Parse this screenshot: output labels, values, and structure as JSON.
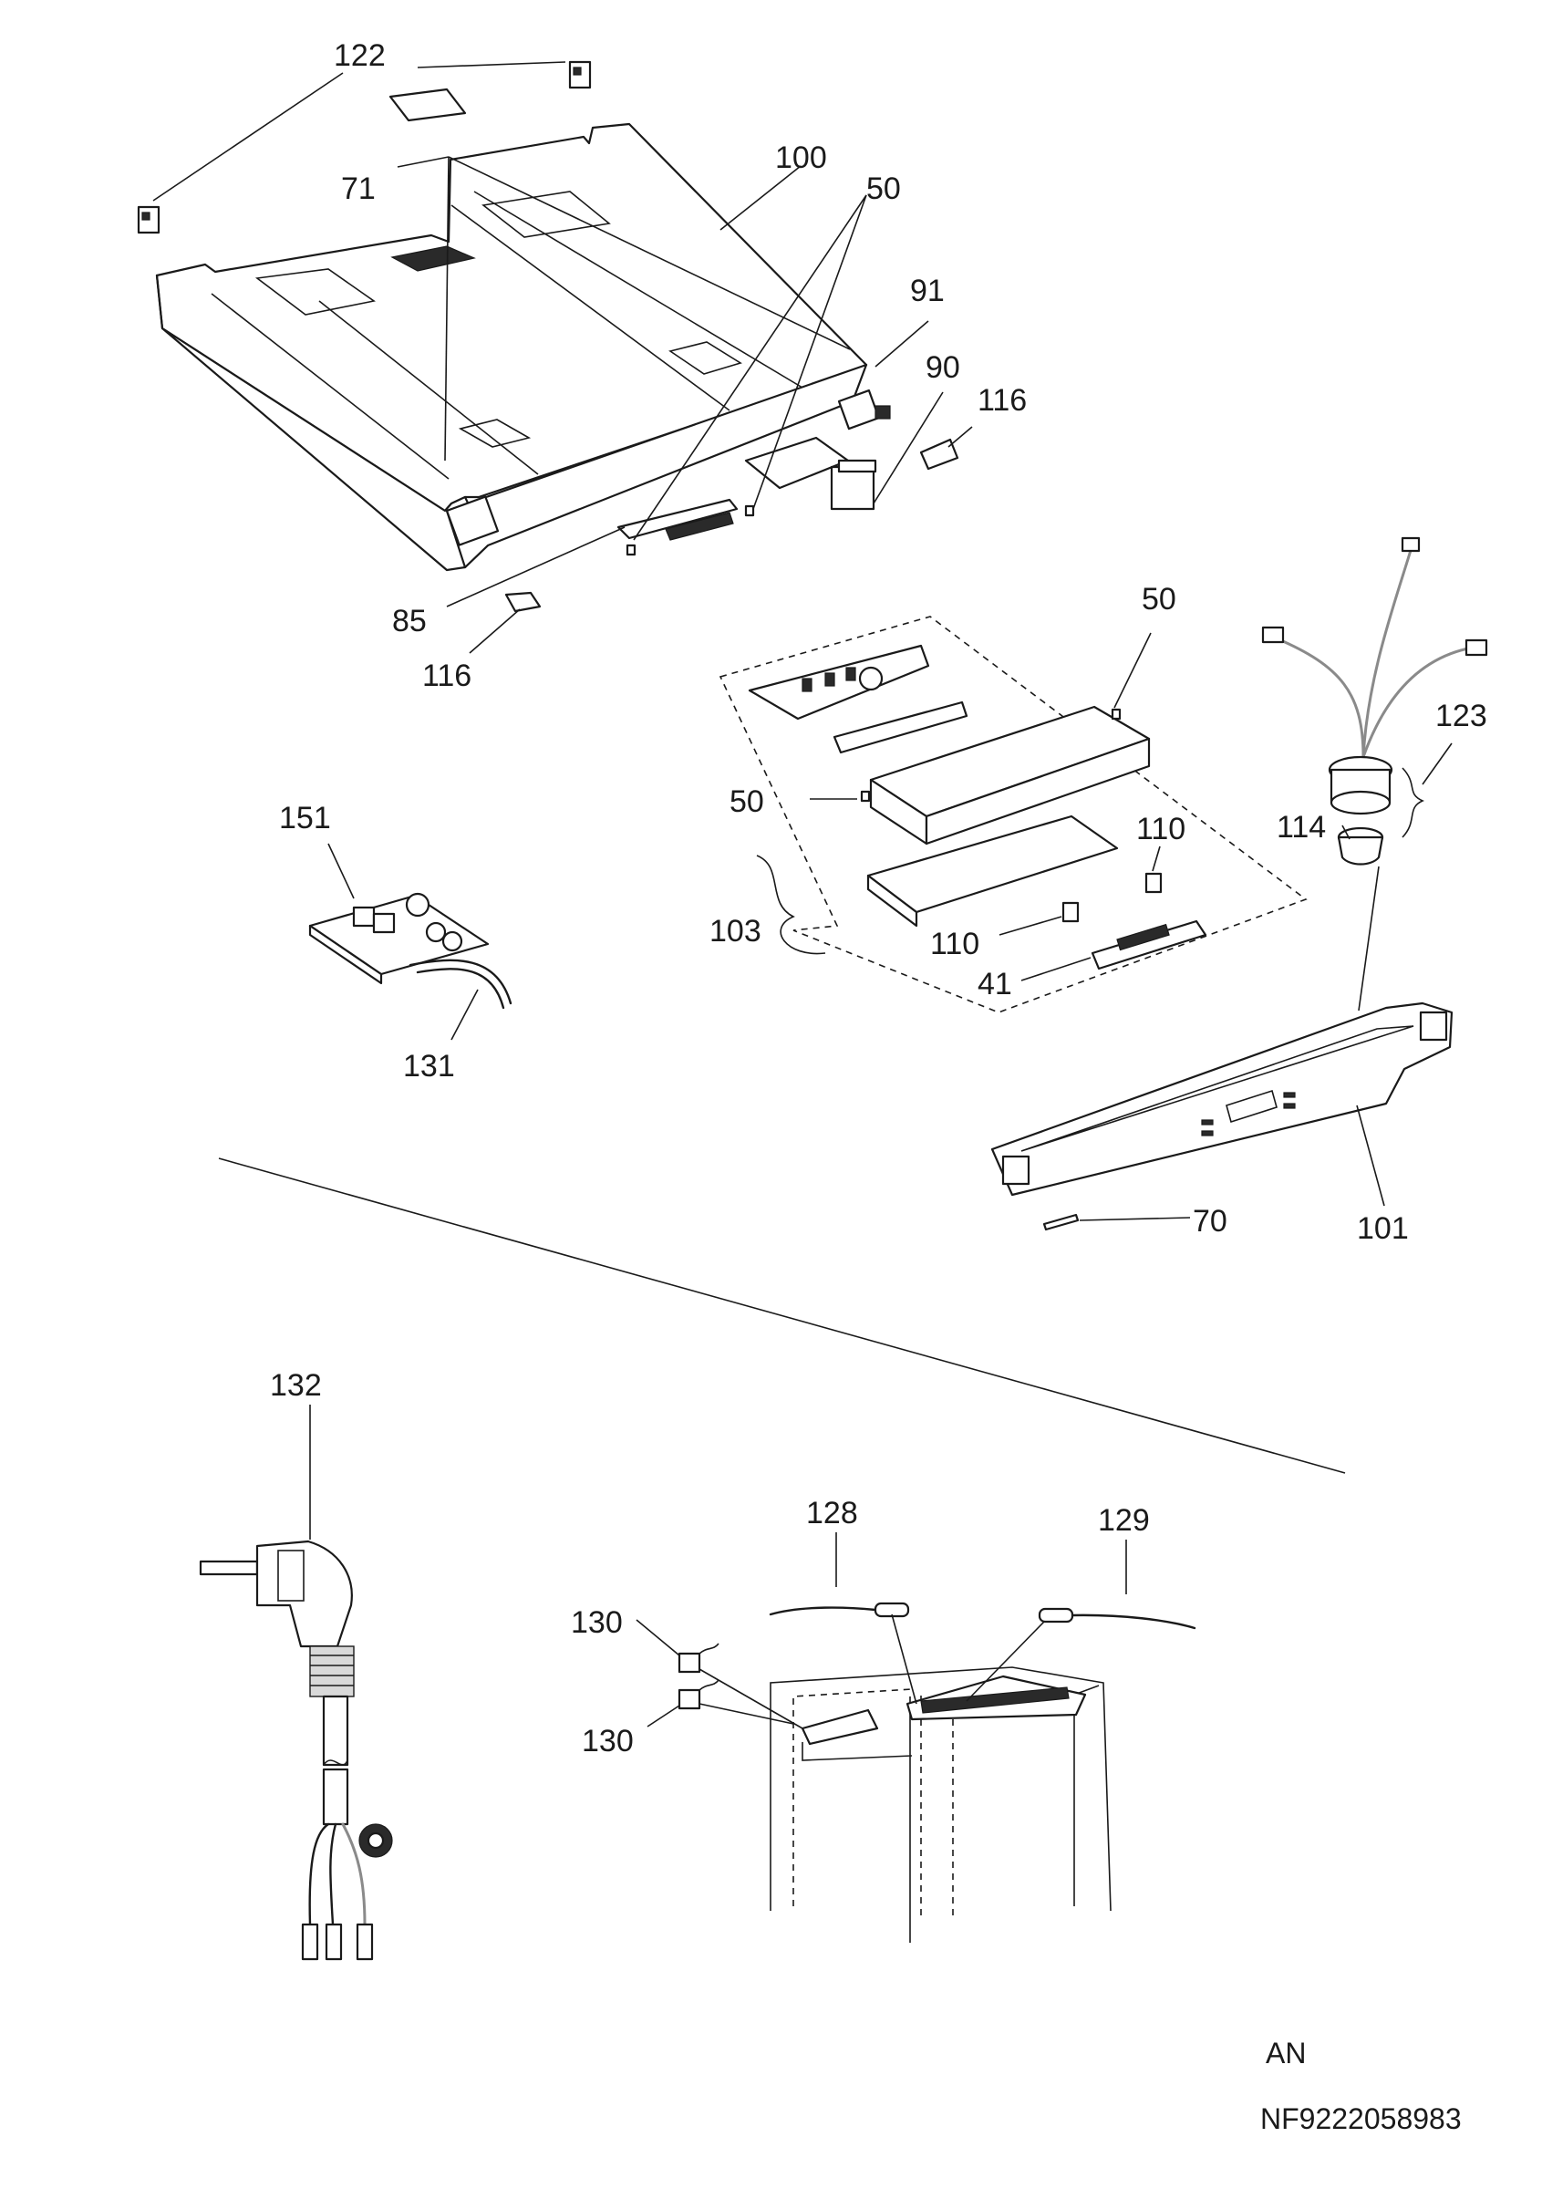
{
  "callouts": {
    "c122": "122",
    "c71": "71",
    "c100": "100",
    "c50a": "50",
    "c91": "91",
    "c90": "90",
    "c116a": "116",
    "c85": "85",
    "c116b": "116",
    "c50b": "50",
    "c123": "123",
    "c50c": "50",
    "c114": "114",
    "c151": "151",
    "c110a": "110",
    "c103": "103",
    "c110b": "110",
    "c41": "41",
    "c131": "131",
    "c70": "70",
    "c101": "101",
    "c132": "132",
    "c128": "128",
    "c129": "129",
    "c130a": "130",
    "c130b": "130"
  },
  "footer": {
    "variant": "AN",
    "drawing_code": "NF9222058983"
  }
}
